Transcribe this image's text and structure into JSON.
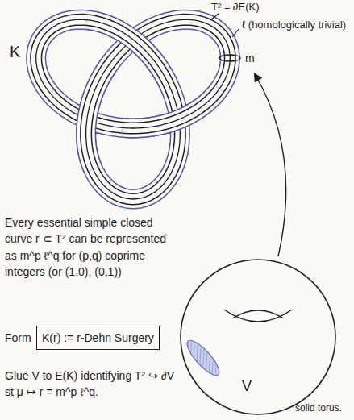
{
  "diagram": {
    "nodes": [
      {
        "text": [
          "K(r) := r-Dehn Surgery"
        ]
      }
    ],
    "labels": [
      "T² = ∂E(K)",
      "K",
      "ℓ (homologically trivial)",
      "m",
      "Every essential simple closed curve r ⊂ T² can be represented as m^p ℓ^q for (p,q) coprime integers (or (1,0), (0,1))",
      "Form",
      "Glue V to E(K) identifying T² ↪ ∂V st μ ↦ r = m^p ℓ^q.",
      "V",
      "solid torus."
    ]
  }
}
